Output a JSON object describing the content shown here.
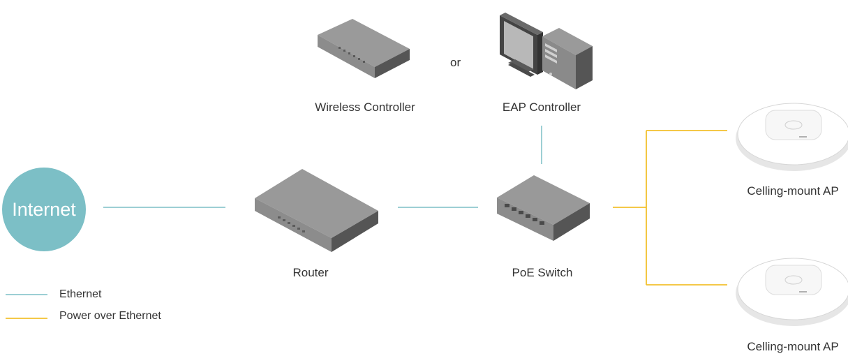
{
  "nodes": {
    "internet": "Internet",
    "wireless_controller": "Wireless Controller",
    "or_text": "or",
    "eap_controller": "EAP Controller",
    "router": "Router",
    "poe_switch": "PoE Switch",
    "ap_top": "Celling-mount AP",
    "ap_bottom": "Celling-mount AP"
  },
  "legend": {
    "ethernet": "Ethernet",
    "poe": "Power over Ethernet"
  },
  "colors": {
    "ethernet": "#7cbfc6",
    "poe": "#f2c12e",
    "internet_circle": "#7cbfc6",
    "device_gray": "#7f7f7f"
  }
}
